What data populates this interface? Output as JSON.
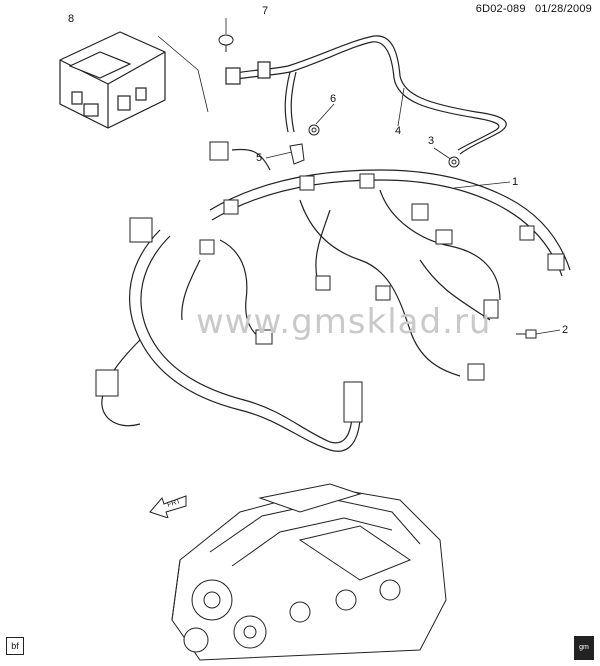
{
  "header": {
    "code": "6D02-089",
    "date": "01/28/2009"
  },
  "callouts": [
    "8",
    "7",
    "6",
    "5",
    "4",
    "3",
    "1",
    "2"
  ],
  "watermark": "www.gmsklad.ru",
  "direction_label": "FRT",
  "corner_left": "bf",
  "corner_right": "gm",
  "colors": {
    "line": "#222222",
    "loom": "#ffffff",
    "watermark": "#c9c9c9"
  }
}
